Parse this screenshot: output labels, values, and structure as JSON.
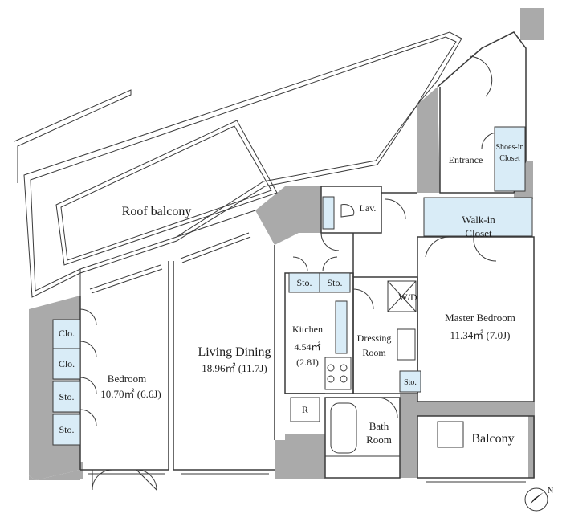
{
  "rooms": {
    "roof_balcony": "Roof balcony",
    "living_dining": {
      "name": "Living Dining",
      "area": "18.96㎡ (11.7J)"
    },
    "bedroom": {
      "name": "Bedroom",
      "area": "10.70㎡ (6.6J)"
    },
    "kitchen": {
      "name": "Kitchen",
      "area": "4.54㎡",
      "jo": "(2.8J)"
    },
    "master_bedroom": {
      "name": "Master Bedroom",
      "area": "11.34㎡ (7.0J)"
    },
    "dressing_room": {
      "line1": "Dressing",
      "line2": "Room"
    },
    "bath_room": {
      "line1": "Bath",
      "line2": "Room"
    },
    "entrance": "Entrance",
    "shoes_in_closet": {
      "line1": "Shoes-in",
      "line2": "Closet"
    },
    "walk_in_closet": {
      "line1": "Walk-in",
      "line2": "Closet"
    },
    "lavatory": "Lav.",
    "balcony": "Balcony",
    "washer_dryer": "W/D",
    "refrigerator": "R"
  },
  "storage": {
    "kitchen_sto_1": "Sto.",
    "kitchen_sto_2": "Sto.",
    "dressing_sto": "Sto.",
    "bedroom_closet_1": "Clo.",
    "bedroom_closet_2": "Clo.",
    "bedroom_sto_1": "Sto.",
    "bedroom_sto_2": "Sto."
  },
  "compass": {
    "north_label": "N"
  },
  "colors": {
    "wall": "#aaaaaa",
    "storage": "#d9ecf7",
    "line": "#3a3a3a"
  }
}
